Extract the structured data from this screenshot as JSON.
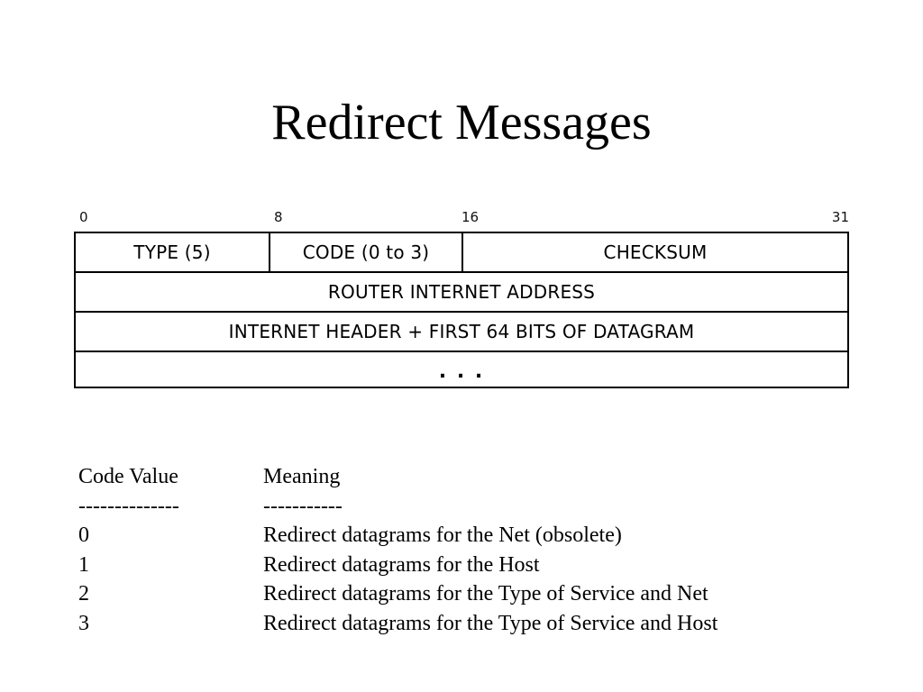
{
  "title": "Redirect Messages",
  "diagram": {
    "bit_labels": [
      "0",
      "8",
      "16",
      "31"
    ],
    "row1": {
      "type": "TYPE (5)",
      "code": "CODE (0 to 3)",
      "checksum": "CHECKSUM"
    },
    "row2": "ROUTER INTERNET ADDRESS",
    "row3": "INTERNET HEADER + FIRST 64 BITS OF DATAGRAM",
    "row4": ". . ."
  },
  "codes": {
    "header": {
      "code": "Code Value",
      "meaning": "Meaning"
    },
    "separator": {
      "code": "--------------",
      "meaning": "-----------"
    },
    "rows": [
      {
        "code": "0",
        "meaning": "Redirect datagrams for the Net (obsolete)"
      },
      {
        "code": "1",
        "meaning": "Redirect datagrams for the Host"
      },
      {
        "code": "2",
        "meaning": "Redirect datagrams for the Type of Service and Net"
      },
      {
        "code": "3",
        "meaning": "Redirect datagrams for the Type of Service and Host"
      }
    ]
  }
}
